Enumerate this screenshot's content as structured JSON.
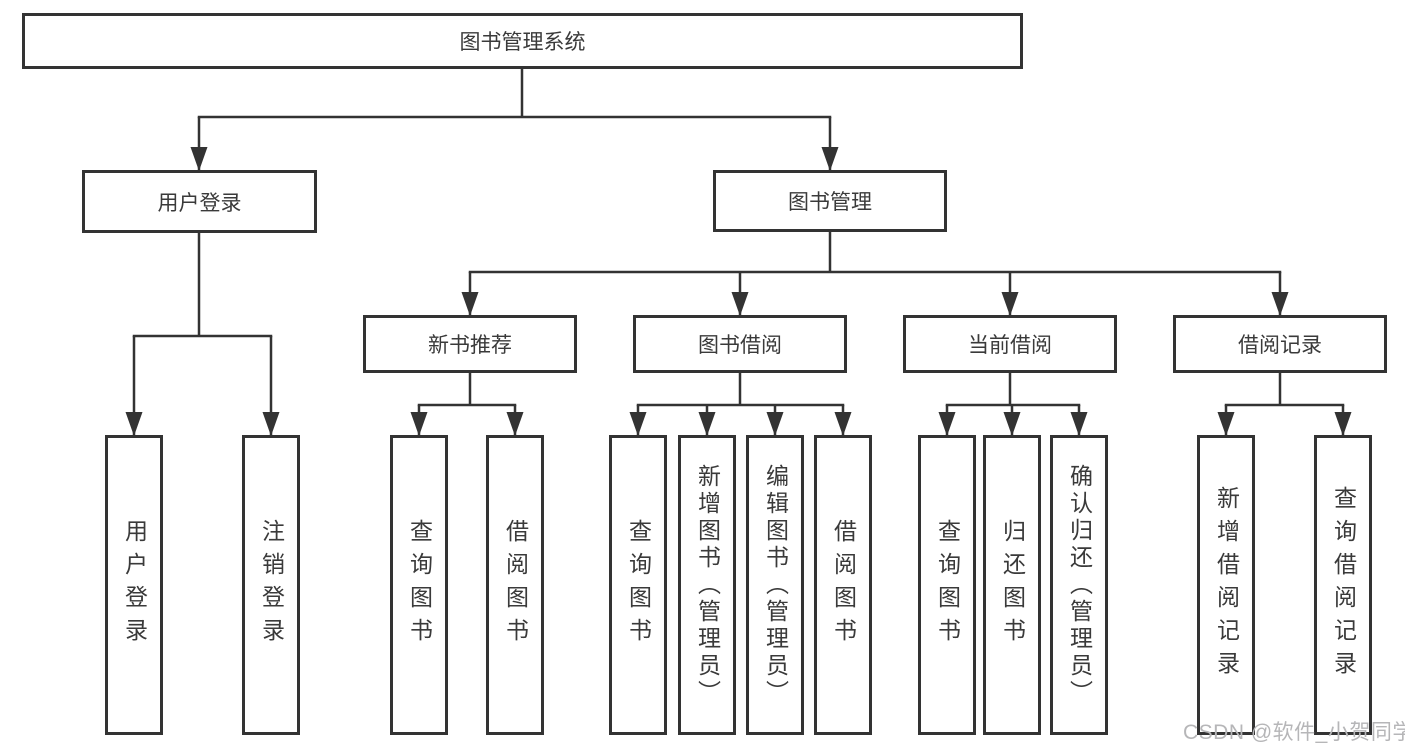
{
  "diagram": {
    "root_label": "图书管理系统",
    "level1": [
      {
        "label": "用户登录"
      },
      {
        "label": "图书管理"
      }
    ],
    "user_children": [
      {
        "label": "用户登录"
      },
      {
        "label": "注销登录"
      }
    ],
    "sections": [
      {
        "label": "新书推荐",
        "children": [
          {
            "label": "查询图书"
          },
          {
            "label": "借阅图书"
          }
        ]
      },
      {
        "label": "图书借阅",
        "children": [
          {
            "label": "查询图书"
          },
          {
            "label": "新增图书（管理员）"
          },
          {
            "label": "编辑图书（管理员）"
          },
          {
            "label": "借阅图书"
          }
        ]
      },
      {
        "label": "当前借阅",
        "children": [
          {
            "label": "查询图书"
          },
          {
            "label": "归还图书"
          },
          {
            "label": "确认归还（管理员）"
          }
        ]
      },
      {
        "label": "借阅记录",
        "children": [
          {
            "label": "新增借阅记录"
          },
          {
            "label": "查询借阅记录"
          }
        ]
      }
    ],
    "watermark": "CSDN @软件_小贺同学"
  }
}
